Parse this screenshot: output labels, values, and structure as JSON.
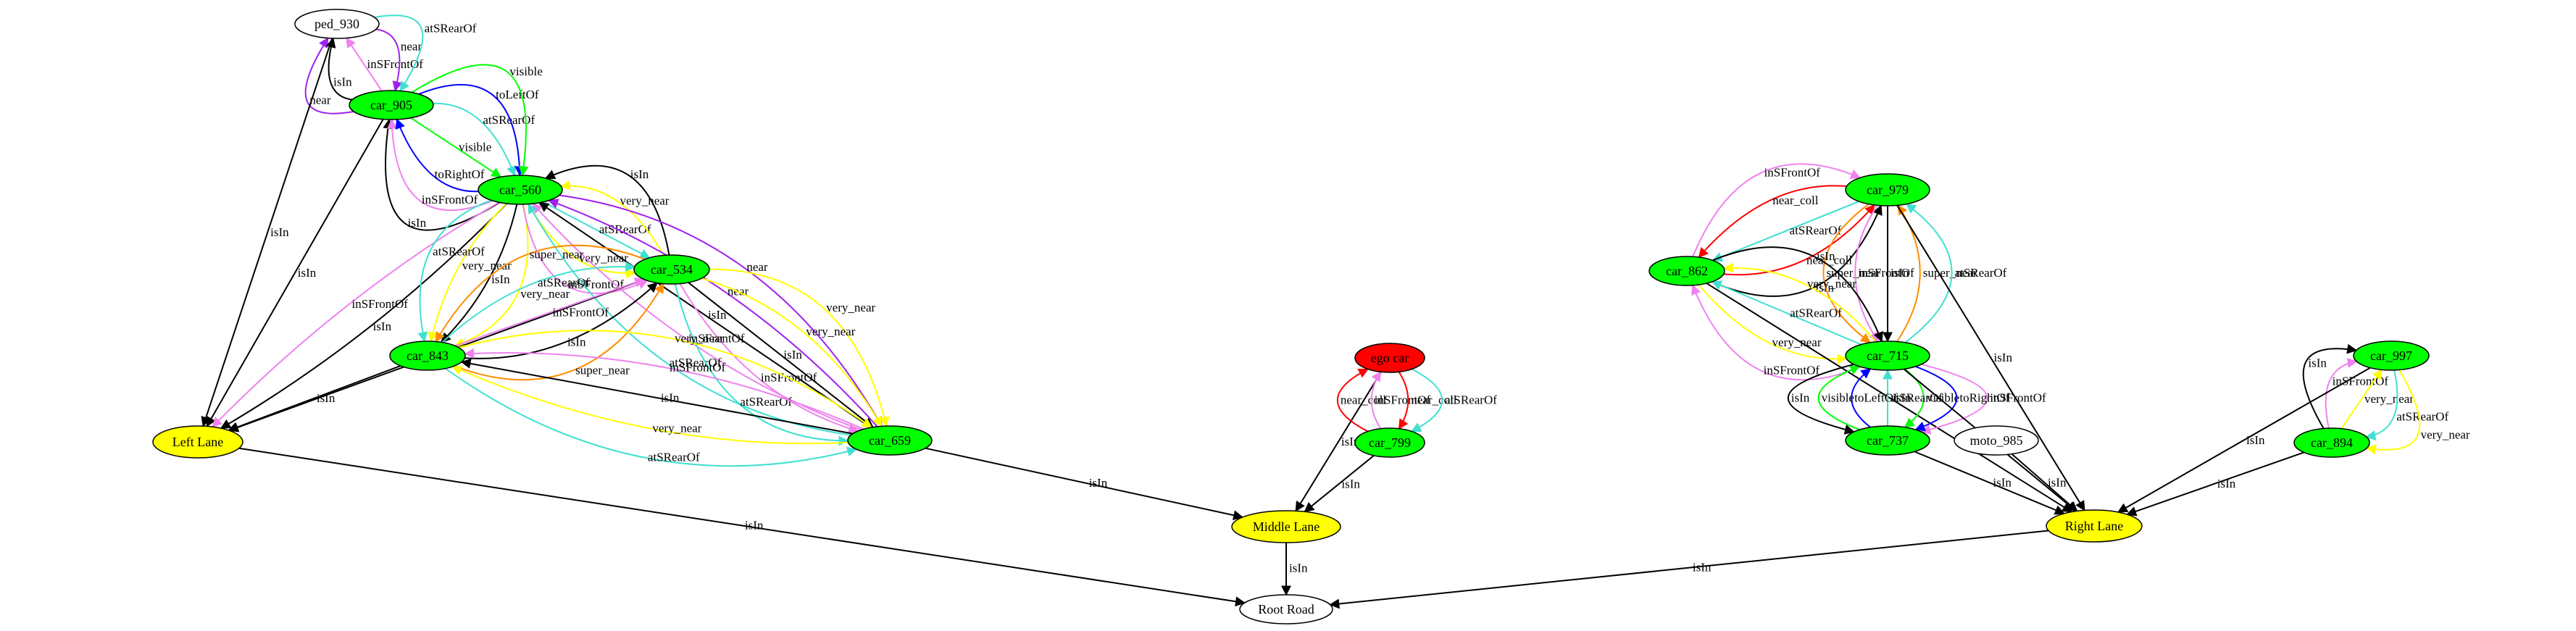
{
  "graph": {
    "nodes": [
      {
        "id": "ped_930",
        "label": "ped_930",
        "fill": "#ffffff"
      },
      {
        "id": "car_905",
        "label": "car_905",
        "fill": "#00ff00"
      },
      {
        "id": "car_560",
        "label": "car_560",
        "fill": "#00ff00"
      },
      {
        "id": "car_534",
        "label": "car_534",
        "fill": "#00ff00"
      },
      {
        "id": "car_843",
        "label": "car_843",
        "fill": "#00ff00"
      },
      {
        "id": "car_659",
        "label": "car_659",
        "fill": "#00ff00"
      },
      {
        "id": "left_lane",
        "label": "Left Lane",
        "fill": "#ffff00"
      },
      {
        "id": "ego_car",
        "label": "ego car",
        "fill": "#ff0000"
      },
      {
        "id": "car_799",
        "label": "car_799",
        "fill": "#00ff00"
      },
      {
        "id": "middle_lane",
        "label": "Middle Lane",
        "fill": "#ffff00"
      },
      {
        "id": "root_road",
        "label": "Root Road",
        "fill": "#ffffff"
      },
      {
        "id": "car_979",
        "label": "car_979",
        "fill": "#00ff00"
      },
      {
        "id": "car_862",
        "label": "car_862",
        "fill": "#00ff00"
      },
      {
        "id": "car_715",
        "label": "car_715",
        "fill": "#00ff00"
      },
      {
        "id": "car_737",
        "label": "car_737",
        "fill": "#00ff00"
      },
      {
        "id": "moto_985",
        "label": "moto_985",
        "fill": "#ffffff"
      },
      {
        "id": "car_997",
        "label": "car_997",
        "fill": "#00ff00"
      },
      {
        "id": "car_894",
        "label": "car_894",
        "fill": "#00ff00"
      },
      {
        "id": "right_lane",
        "label": "Right Lane",
        "fill": "#ffff00"
      }
    ],
    "edges": [
      {
        "from": "car_905",
        "to": "ped_930",
        "label": "near",
        "color": "#a020f0"
      },
      {
        "from": "car_905",
        "to": "ped_930",
        "label": "isIn",
        "color": "#000000"
      },
      {
        "from": "car_905",
        "to": "ped_930",
        "label": "inSFrontOf",
        "color": "#ee82ee"
      },
      {
        "from": "ped_930",
        "to": "car_905",
        "label": "near",
        "color": "#a020f0"
      },
      {
        "from": "ped_930",
        "to": "car_905",
        "label": "atSRearOf",
        "color": "#40e0d0"
      },
      {
        "from": "ped_930",
        "to": "left_lane",
        "label": "isIn",
        "color": "#000000"
      },
      {
        "from": "car_560",
        "to": "car_905",
        "label": "isIn",
        "color": "#000000"
      },
      {
        "from": "car_560",
        "to": "car_905",
        "label": "inSFrontOf",
        "color": "#ee82ee"
      },
      {
        "from": "car_560",
        "to": "car_905",
        "label": "toRightOf",
        "color": "#0000ff"
      },
      {
        "from": "car_905",
        "to": "car_560",
        "label": "visible",
        "color": "#00ff00"
      },
      {
        "from": "car_905",
        "to": "car_560",
        "label": "atSRearOf",
        "color": "#40e0d0"
      },
      {
        "from": "car_905",
        "to": "car_560",
        "label": "toLeftOf",
        "color": "#0000ff"
      },
      {
        "from": "car_905",
        "to": "car_560",
        "label": "visible",
        "color": "#00ff00"
      },
      {
        "from": "car_905",
        "to": "left_lane",
        "label": "isIn",
        "color": "#000000"
      },
      {
        "from": "car_560",
        "to": "left_lane",
        "label": "isIn",
        "color": "#000000"
      },
      {
        "from": "car_560",
        "to": "left_lane",
        "label": "inSFrontOf",
        "color": "#ee82ee"
      },
      {
        "from": "car_560",
        "to": "car_843",
        "label": "very_near",
        "color": "#ffff00"
      },
      {
        "from": "car_560",
        "to": "car_843",
        "label": "isIn",
        "color": "#000000"
      },
      {
        "from": "car_560",
        "to": "car_843",
        "label": "very_near",
        "color": "#ffff00"
      },
      {
        "from": "car_560",
        "to": "car_843",
        "label": "atSRearOf",
        "color": "#40e0d0"
      },
      {
        "from": "car_560",
        "to": "car_534",
        "label": "inSFrontOf",
        "color": "#ee82ee"
      },
      {
        "from": "car_560",
        "to": "car_534",
        "label": "very_near",
        "color": "#ffff00"
      },
      {
        "from": "car_560",
        "to": "car_534",
        "label": "atSRearOf",
        "color": "#40e0d0"
      },
      {
        "from": "car_534",
        "to": "car_560",
        "label": "very_near",
        "color": "#ffff00"
      },
      {
        "from": "car_534",
        "to": "car_560",
        "label": "isIn",
        "color": "#000000"
      },
      {
        "from": "car_560",
        "to": "car_659",
        "label": "near",
        "color": "#a020f0"
      },
      {
        "from": "car_659",
        "to": "car_560",
        "label": "near",
        "color": "#a020f0"
      },
      {
        "from": "car_659",
        "to": "car_560",
        "label": "isIn",
        "color": "#000000"
      },
      {
        "from": "car_659",
        "to": "car_560",
        "label": "inSFrontOf",
        "color": "#ee82ee"
      },
      {
        "from": "car_659",
        "to": "car_560",
        "label": "atSRearOf",
        "color": "#40e0d0"
      },
      {
        "from": "car_534",
        "to": "left_lane",
        "label": "isIn",
        "color": "#000000"
      },
      {
        "from": "car_843",
        "to": "car_534",
        "label": "super_near",
        "color": "#ff8c00"
      },
      {
        "from": "car_843",
        "to": "car_534",
        "label": "isIn",
        "color": "#000000"
      },
      {
        "from": "car_843",
        "to": "car_534",
        "label": "inSFrontOf",
        "color": "#ee82ee"
      },
      {
        "from": "car_843",
        "to": "car_534",
        "label": "atSRearOf",
        "color": "#40e0d0"
      },
      {
        "from": "car_534",
        "to": "car_843",
        "label": "super_near",
        "color": "#ff8c00"
      },
      {
        "from": "car_534",
        "to": "car_659",
        "label": "very_near",
        "color": "#ffff00"
      },
      {
        "from": "car_534",
        "to": "car_659",
        "label": "very_near",
        "color": "#ffff00"
      },
      {
        "from": "car_534",
        "to": "car_659",
        "label": "isIn",
        "color": "#000000"
      },
      {
        "from": "car_534",
        "to": "car_659",
        "label": "inSFrontOf",
        "color": "#ee82ee"
      },
      {
        "from": "car_534",
        "to": "car_659",
        "label": "atSRearOf",
        "color": "#40e0d0"
      },
      {
        "from": "car_843",
        "to": "left_lane",
        "label": "isIn",
        "color": "#000000"
      },
      {
        "from": "car_843",
        "to": "car_659",
        "label": "atSRearOf",
        "color": "#40e0d0"
      },
      {
        "from": "car_659",
        "to": "car_843",
        "label": "very_near",
        "color": "#ffff00"
      },
      {
        "from": "car_659",
        "to": "car_843",
        "label": "isIn",
        "color": "#000000"
      },
      {
        "from": "car_659",
        "to": "car_843",
        "label": "inSFrontOf",
        "color": "#ee82ee"
      },
      {
        "from": "car_843",
        "to": "car_659",
        "label": "very_near",
        "color": "#ffff00"
      },
      {
        "from": "car_659",
        "to": "middle_lane",
        "label": "isIn",
        "color": "#000000"
      },
      {
        "from": "left_lane",
        "to": "root_road",
        "label": "isIn",
        "color": "#000000"
      },
      {
        "from": "middle_lane",
        "to": "root_road",
        "label": "isIn",
        "color": "#000000"
      },
      {
        "from": "right_lane",
        "to": "root_road",
        "label": "isIn",
        "color": "#000000"
      },
      {
        "from": "ego_car",
        "to": "middle_lane",
        "label": "isIn",
        "color": "#000000"
      },
      {
        "from": "car_799",
        "to": "ego_car",
        "label": "near_coll",
        "color": "#ff0000"
      },
      {
        "from": "car_799",
        "to": "ego_car",
        "label": "inSFrontOf",
        "color": "#ee82ee"
      },
      {
        "from": "ego_car",
        "to": "car_799",
        "label": "near_coll",
        "color": "#ff0000"
      },
      {
        "from": "ego_car",
        "to": "car_799",
        "label": "atSRearOf",
        "color": "#40e0d0"
      },
      {
        "from": "car_799",
        "to": "middle_lane",
        "label": "isIn",
        "color": "#000000"
      },
      {
        "from": "car_862",
        "to": "car_979",
        "label": "inSFrontOf",
        "color": "#ee82ee"
      },
      {
        "from": "car_979",
        "to": "car_862",
        "label": "near_coll",
        "color": "#ff0000"
      },
      {
        "from": "car_979",
        "to": "car_862",
        "label": "atSRearOf",
        "color": "#40e0d0"
      },
      {
        "from": "car_862",
        "to": "car_979",
        "label": "near_coll",
        "color": "#ff0000"
      },
      {
        "from": "car_862",
        "to": "car_979",
        "label": "isIn",
        "color": "#000000"
      },
      {
        "from": "car_979",
        "to": "car_715",
        "label": "super_near",
        "color": "#ff8c00"
      },
      {
        "from": "car_979",
        "to": "car_715",
        "label": "inSFrontOf",
        "color": "#ee82ee"
      },
      {
        "from": "car_979",
        "to": "car_715",
        "label": "isIn",
        "color": "#000000"
      },
      {
        "from": "car_715",
        "to": "car_979",
        "label": "super_near",
        "color": "#ff8c00"
      },
      {
        "from": "car_715",
        "to": "car_979",
        "label": "atSRearOf",
        "color": "#40e0d0"
      },
      {
        "from": "car_979",
        "to": "right_lane",
        "label": "isIn",
        "color": "#000000"
      },
      {
        "from": "car_715",
        "to": "car_862",
        "label": "inSFrontOf",
        "color": "#ee82ee"
      },
      {
        "from": "car_862",
        "to": "car_715",
        "label": "very_near",
        "color": "#ffff00"
      },
      {
        "from": "car_715",
        "to": "car_862",
        "label": "atSRearOf",
        "color": "#40e0d0"
      },
      {
        "from": "car_715",
        "to": "car_862",
        "label": "very_near",
        "color": "#ffff00"
      },
      {
        "from": "car_862",
        "to": "car_715",
        "label": "isIn",
        "color": "#000000"
      },
      {
        "from": "car_862",
        "to": "right_lane",
        "label": "isIn",
        "color": "#000000"
      },
      {
        "from": "car_715",
        "to": "car_737",
        "label": "inSFrontOf",
        "color": "#ee82ee"
      },
      {
        "from": "car_715",
        "to": "car_737",
        "label": "toRightOf",
        "color": "#0000ff"
      },
      {
        "from": "car_715",
        "to": "car_737",
        "label": "visible",
        "color": "#00ff00"
      },
      {
        "from": "car_737",
        "to": "car_715",
        "label": "atSRearOf",
        "color": "#40e0d0"
      },
      {
        "from": "car_737",
        "to": "car_715",
        "label": "toLeftOf",
        "color": "#0000ff"
      },
      {
        "from": "car_737",
        "to": "car_715",
        "label": "visible",
        "color": "#00ff00"
      },
      {
        "from": "car_715",
        "to": "car_737",
        "label": "isIn",
        "color": "#000000"
      },
      {
        "from": "car_715",
        "to": "right_lane",
        "label": "isIn",
        "color": "#000000"
      },
      {
        "from": "car_737",
        "to": "right_lane",
        "label": "isIn",
        "color": "#000000"
      },
      {
        "from": "moto_985",
        "to": "right_lane",
        "label": "isIn",
        "color": "#000000"
      },
      {
        "from": "car_894",
        "to": "car_997",
        "label": "isIn",
        "color": "#000000"
      },
      {
        "from": "car_894",
        "to": "car_997",
        "label": "inSFrontOf",
        "color": "#ee82ee"
      },
      {
        "from": "car_894",
        "to": "car_997",
        "label": "very_near",
        "color": "#ffff00"
      },
      {
        "from": "car_997",
        "to": "car_894",
        "label": "atSRearOf",
        "color": "#40e0d0"
      },
      {
        "from": "car_997",
        "to": "car_894",
        "label": "very_near",
        "color": "#ffff00"
      },
      {
        "from": "car_997",
        "to": "right_lane",
        "label": "isIn",
        "color": "#000000"
      },
      {
        "from": "car_894",
        "to": "right_lane",
        "label": "isIn",
        "color": "#000000"
      }
    ]
  }
}
